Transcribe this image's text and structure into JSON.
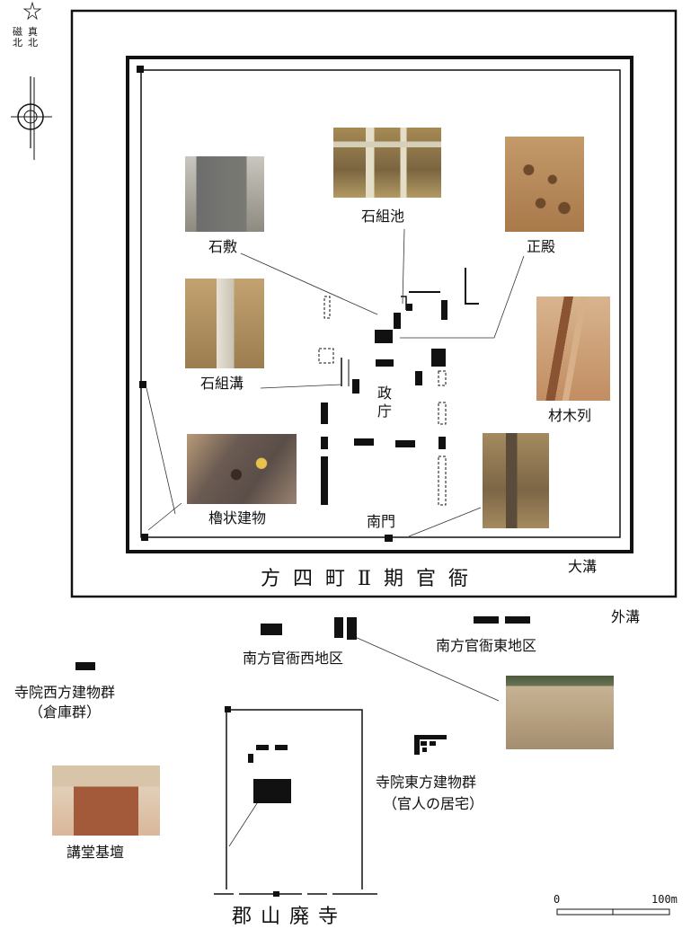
{
  "compass": {
    "label_left": "磁北",
    "label_right": "真北",
    "symbol": "star-and-circle-icon"
  },
  "enclosure": {
    "title": "方四町Ⅱ期官衙",
    "inner_ditch": "大溝",
    "outer_ditch": "外溝",
    "government_office": "政庁"
  },
  "features": {
    "ishijiki": "石敷",
    "ishigumi_ike": "石組池",
    "seiden": "正殿",
    "ishigumi_mizo": "石組溝",
    "zaimokuretsu": "材木列",
    "yagurajo": "櫓状建物",
    "nanmon": "南門"
  },
  "districts": {
    "west": "南方官衙西地区",
    "east": "南方官衙東地区"
  },
  "temple": {
    "title": "郡山廃寺",
    "west_group": "寺院西方建物群",
    "west_group_sub": "（倉庫群）",
    "east_group": "寺院東方建物群",
    "east_group_sub": "（官人の居宅）",
    "lecture_hall": "講堂基壇"
  },
  "scale": {
    "start": "0",
    "end": "100m"
  },
  "colors": {
    "line": "#111111",
    "paper": "#ffffff"
  }
}
